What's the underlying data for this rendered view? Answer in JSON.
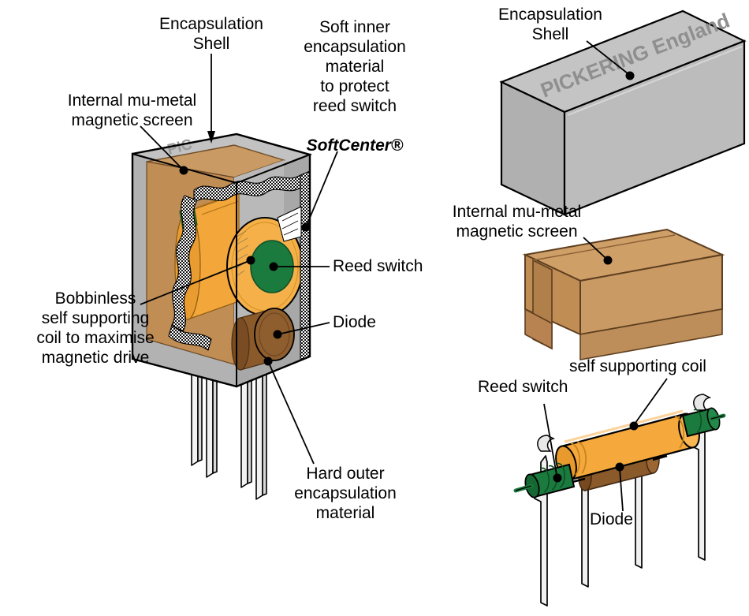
{
  "diagram": {
    "title": "Pickering reed relay cutaway construction diagram",
    "colors": {
      "shell_grey": "#b5b5b5",
      "shell_grey_light": "#c8c8c8",
      "shell_grey_dark": "#9a9a9a",
      "shell_top": "#c0c0c0",
      "mu_metal_tan": "#c99a63",
      "mu_metal_tan_light": "#d6ac79",
      "mu_metal_tan_dark": "#b07f4a",
      "coil_orange": "#f5a83c",
      "coil_orange_light": "#f7b858",
      "coil_orange_dark": "#e09020",
      "reed_green": "#1b7a3e",
      "reed_green_dark": "#136030",
      "diode_brown": "#8b5a2b",
      "diode_brown_dark": "#6d4520",
      "diode_brown_light": "#a06c36",
      "lead_white": "#f2f2f2",
      "outline": "#000000",
      "emboss_grey": "#8f8f8f"
    }
  },
  "labels": {
    "encapsulation_shell_left": "Encapsulation\nShell",
    "soft_inner": "Soft inner\nencapsulation\nmaterial\nto protect\nreed switch",
    "softcenter": "SoftCenter®",
    "internal_mu_metal_left": "Internal mu-metal\nmagnetic screen",
    "bobbinless": "Bobbinless\nself supporting\ncoil to maximise\nmagnetic drive",
    "reed_switch_left": "Reed switch",
    "diode_left": "Diode",
    "hard_outer": "Hard outer\nencapsulation\nmaterial",
    "encapsulation_shell_right": "Encapsulation\nShell",
    "internal_mu_metal_right": "Internal mu-metal\nmagnetic screen",
    "self_supporting_coil": "self supporting coil",
    "reed_switch_right": "Reed switch",
    "diode_right": "Diode"
  },
  "markings": {
    "shell_brand": "PICKERING England",
    "relay_brand_partial": "PIC"
  }
}
